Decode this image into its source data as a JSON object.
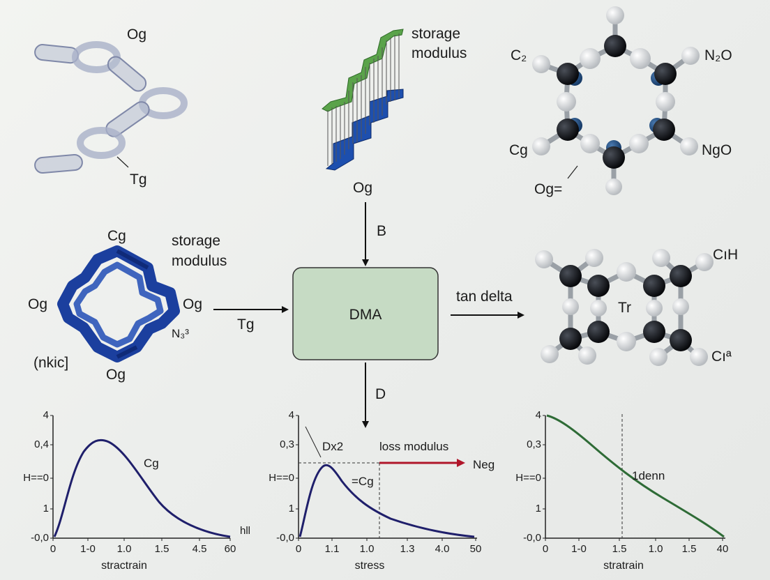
{
  "top_left": {
    "label_top": "Og",
    "label_bottom": "Tg"
  },
  "top_center": {
    "label_line1": "storage",
    "label_line2": "modulus",
    "label_bottom": "Og"
  },
  "top_right": {
    "label_c2": "C₂",
    "label_n2o": "N₂O",
    "label_cg": "Cg",
    "label_ngo": "NgO",
    "label_og": "Og="
  },
  "middle_left": {
    "label_top": "Cg",
    "label_right_title_line1": "storage",
    "label_right_title_line2": "modulus",
    "label_left": "Og",
    "label_right": "Og",
    "label_n": "N₃³",
    "label_bottom": "Og",
    "label_corner": "(nkic]"
  },
  "center": {
    "box_label": "DMA",
    "arrow_top_label": "B",
    "arrow_left_label": "Tg",
    "arrow_right_label": "tan delta",
    "arrow_bottom_label": "D",
    "box_color": "#c6dbc4"
  },
  "middle_right": {
    "label_c1h": "CıH",
    "label_tr": "Tr",
    "label_c1a": "Cıª"
  },
  "chart_data": [
    {
      "type": "line",
      "xlabel": "stractrain",
      "y_tick_labels": [
        "4",
        "0,4",
        "H==0",
        "1",
        "-0,0"
      ],
      "x_tick_labels": [
        "0",
        "1-0",
        "1.0",
        "1.5",
        "4.5",
        "60"
      ],
      "annotations": [
        "Cg",
        "hll"
      ],
      "series": [
        {
          "color": "#1f1f6b",
          "shape": "peak-early"
        }
      ]
    },
    {
      "type": "line",
      "xlabel": "stress",
      "y_tick_labels": [
        "4",
        "0,3",
        "H==0",
        "1",
        "-0,0"
      ],
      "x_tick_labels": [
        "0",
        "1.1",
        "1.0",
        "1.3",
        "4.0",
        "50"
      ],
      "annotations": [
        "Dx2",
        "loss modulus",
        "Neg",
        "=Cg"
      ],
      "series": [
        {
          "color": "#1f1f6b",
          "shape": "sharp-peak"
        }
      ]
    },
    {
      "type": "line",
      "xlabel": "stratrain",
      "y_tick_labels": [
        "4",
        "0,3",
        "H==0",
        "1",
        "-0,0"
      ],
      "x_tick_labels": [
        "0",
        "1-0",
        "1.5",
        "1.0",
        "1.5",
        "40"
      ],
      "annotations": [
        "1denn"
      ],
      "series": [
        {
          "color": "#2e6b36",
          "shape": "monotonic-decrease"
        }
      ]
    }
  ]
}
